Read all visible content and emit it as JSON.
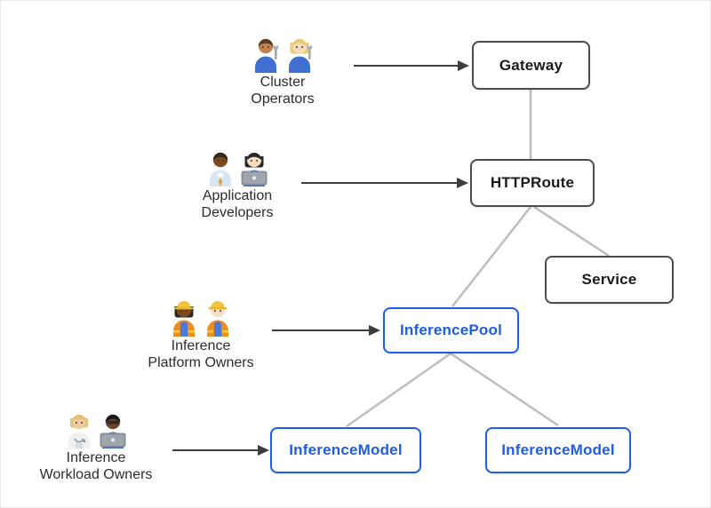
{
  "diagram": {
    "personas": [
      {
        "name": "Cluster Operators",
        "label_lines": [
          "Cluster",
          "Operators"
        ],
        "icon": "mechanics-pair-icon"
      },
      {
        "name": "Application Developers",
        "label_lines": [
          "Application",
          "Developers"
        ],
        "icon": "office-worker-and-technologist-pair-icon"
      },
      {
        "name": "Inference Platform Owners",
        "label_lines": [
          "Inference",
          "Platform Owners"
        ],
        "icon": "construction-workers-pair-icon"
      },
      {
        "name": "Inference Workload Owners",
        "label_lines": [
          "Inference",
          "Workload Owners"
        ],
        "icon": "health-worker-and-technologist-pair-icon"
      }
    ],
    "resources": [
      {
        "label": "Gateway",
        "accent": "gray"
      },
      {
        "label": "HTTPRoute",
        "accent": "gray"
      },
      {
        "label": "Service",
        "accent": "gray"
      },
      {
        "label": "InferencePool",
        "accent": "blue"
      },
      {
        "label": "InferenceModel",
        "accent": "blue"
      },
      {
        "label": "InferenceModel",
        "accent": "blue"
      }
    ],
    "edges": [
      {
        "from": "Cluster Operators",
        "to": "Gateway",
        "style": "arrow"
      },
      {
        "from": "Application Developers",
        "to": "HTTPRoute",
        "style": "arrow"
      },
      {
        "from": "Inference Platform Owners",
        "to": "InferencePool",
        "style": "arrow"
      },
      {
        "from": "Inference Workload Owners",
        "to": "InferenceModel (left)",
        "style": "arrow"
      },
      {
        "from": "Gateway",
        "to": "HTTPRoute",
        "style": "line"
      },
      {
        "from": "HTTPRoute",
        "to": "InferencePool",
        "style": "line"
      },
      {
        "from": "HTTPRoute",
        "to": "Service",
        "style": "line"
      },
      {
        "from": "InferencePool",
        "to": "InferenceModel (left)",
        "style": "line"
      },
      {
        "from": "InferencePool",
        "to": "InferenceModel (right)",
        "style": "line"
      }
    ],
    "colors": {
      "core_border": "#4c4c4c",
      "core_text": "#1b1b1b",
      "extension_accent": "#1d5de9",
      "connector_line": "#bdbdbd",
      "arrow": "#3d3d3d",
      "background": "#ffffff"
    }
  }
}
